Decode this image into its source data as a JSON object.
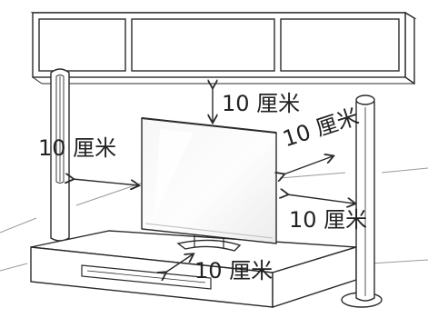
{
  "clearance_labels": {
    "top": "10 厘米",
    "left": "10 厘米",
    "right_upper": "10 厘米",
    "right_lower": "10 厘米",
    "bottom": "10 厘米"
  },
  "colors": {
    "stroke": "#2a2a2a",
    "wall_line": "#9a9a9a",
    "screen": "#f4f4f4",
    "furniture": "#ffffff"
  }
}
